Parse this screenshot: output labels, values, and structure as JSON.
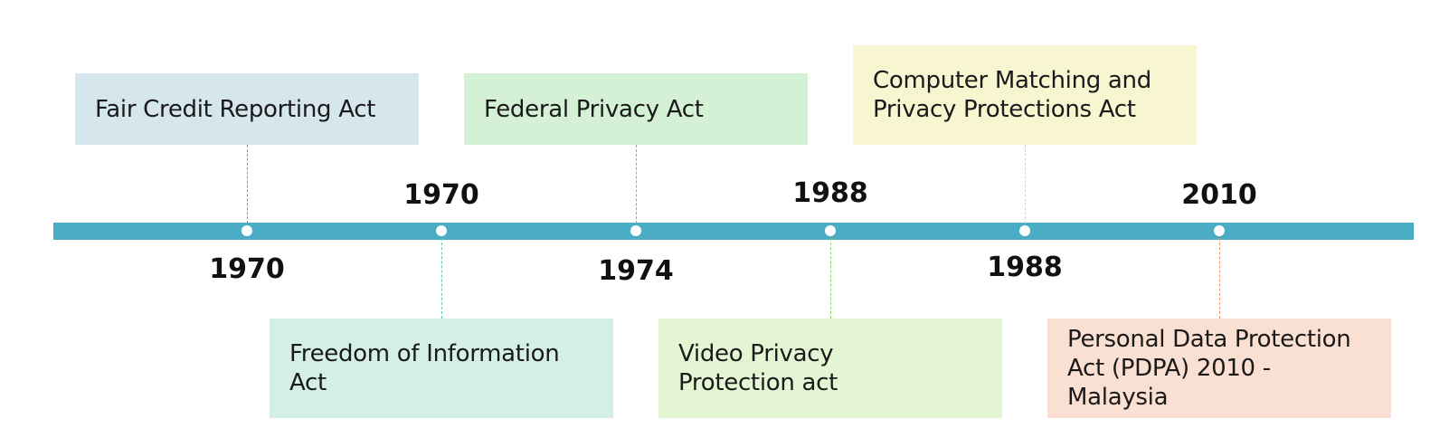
{
  "timeline": {
    "bar_color": "#4bacc6",
    "events": [
      {
        "year": "1970",
        "label": "Fair Credit Reporting Act",
        "position": "above",
        "color": "#d6e6ed",
        "connector_color": "#4bacc6"
      },
      {
        "year": "1970",
        "label": "Freedom of Information Act",
        "position": "below",
        "color": "#d4efe4",
        "connector_color": "#5dcca0"
      },
      {
        "year": "1974",
        "label": "Federal Privacy Act",
        "position": "above",
        "color": "#d4f1d6",
        "connector_color": "#66cc66"
      },
      {
        "year": "1988",
        "label": "Video Privacy Protection act",
        "position": "below",
        "color": "#e3f5d3",
        "connector_color": "#8fd35f"
      },
      {
        "year": "1988",
        "label": "Computer Matching and Privacy Protections Act",
        "position": "above",
        "color": "#f8f6d1",
        "connector_color": "#e0e070"
      },
      {
        "year": "2010",
        "label": "Personal Data Protection Act (PDPA) 2010 - Malaysia",
        "position": "below",
        "color": "#fadfd3",
        "connector_color": "#f0926a"
      }
    ]
  }
}
